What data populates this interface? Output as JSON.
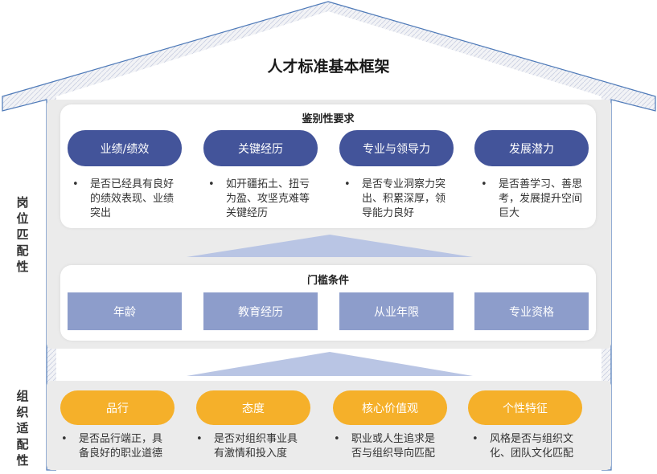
{
  "title": "人才标准基本框架",
  "side_labels": {
    "post_match": "岗位匹配性",
    "org_fit": "组织适配性"
  },
  "identification": {
    "title": "鉴别性要求",
    "items": [
      {
        "label": "业绩/绩效",
        "desc": "是否已经具有良好的绩效表现、业绩突出"
      },
      {
        "label": "关键经历",
        "desc": "如开疆拓土、扭亏为盈、攻坚克难等关键经历"
      },
      {
        "label": "专业与领导力",
        "desc": "是否专业洞察力突出、积累深厚，领导能力良好"
      },
      {
        "label": "发展潜力",
        "desc": "是否善学习、善思考，发展提升空间巨大"
      }
    ]
  },
  "threshold": {
    "title": "门槛条件",
    "items": [
      "年龄",
      "教育经历",
      "从业年限",
      "专业资格"
    ]
  },
  "org": {
    "items": [
      {
        "label": "品行",
        "desc": "是否品行端正，具备良好的职业道德"
      },
      {
        "label": "态度",
        "desc": "是否对组织事业具有激情和投入度"
      },
      {
        "label": "核心价值观",
        "desc": "职业或人生追求是否与组织导向匹配"
      },
      {
        "label": "个性特征",
        "desc": "风格是否与组织文化、团队文化匹配"
      }
    ]
  },
  "bullet_char": "•",
  "colors": {
    "pill_blue": "#43549a",
    "pill_gold": "#f5b02a",
    "threshold_box": "#8d9dcb",
    "arrow": "#b9c5e4",
    "panel_bg": "#ebebeb"
  }
}
